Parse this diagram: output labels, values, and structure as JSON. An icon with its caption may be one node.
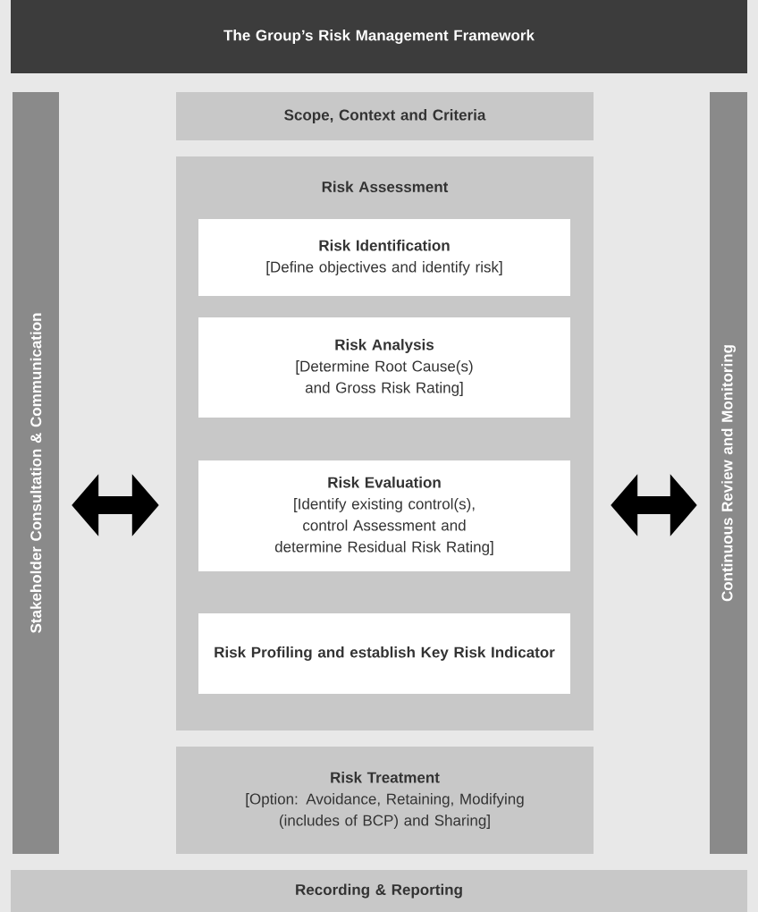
{
  "diagram": {
    "nodes": [
      {
        "text": [
          "The Group’s Risk Management Framework"
        ]
      },
      {
        "text": [
          "Stakeholder Consultation & Communication"
        ]
      },
      {
        "text": [
          "Scope, Context and Criteria"
        ]
      },
      {
        "text": [
          "Risk Assessment"
        ]
      },
      {
        "text": [
          "Risk Identification",
          "[Define objectives and identify risk]"
        ],
        "in": 3
      },
      {
        "text": [
          "Risk Analysis",
          "[Determine Root Cause(s) and Gross Risk Rating]"
        ],
        "in": 3
      },
      {
        "text": [
          "Risk Evaluation",
          "[Identify existing control(s), control Assessment and determine Residual Risk Rating]"
        ],
        "in": 3
      },
      {
        "text": [
          "Risk Profiling and establish Key Risk Indicator"
        ],
        "in": 3
      },
      {
        "text": [
          "Risk Treatment",
          "[Option: Avoidance, Retaining, Modifying (includes of BCP) and Sharing]"
        ]
      },
      {
        "text": [
          "Continuous Review and Monitoring"
        ]
      },
      {
        "text": [
          "Recording & Reporting"
        ]
      }
    ],
    "edges": [
      {
        "from": 1,
        "to": 3,
        "arrow": "both"
      },
      {
        "from": 3,
        "to": 9,
        "arrow": "both"
      }
    ]
  }
}
